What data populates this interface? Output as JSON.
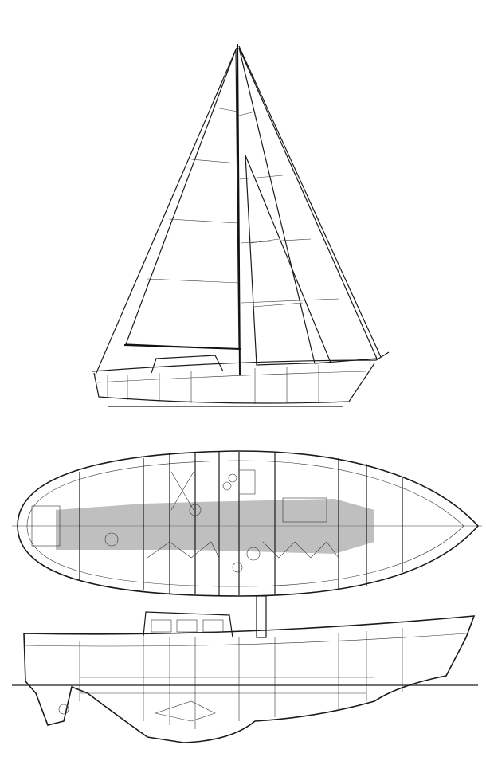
{
  "drawing": {
    "views": [
      "sail-plan",
      "accommodation-plan",
      "inboard-profile"
    ],
    "colors": {
      "ink": "#1a1a1a",
      "paper": "#ffffff",
      "sole_hatching": "#8a8a8a"
    }
  }
}
